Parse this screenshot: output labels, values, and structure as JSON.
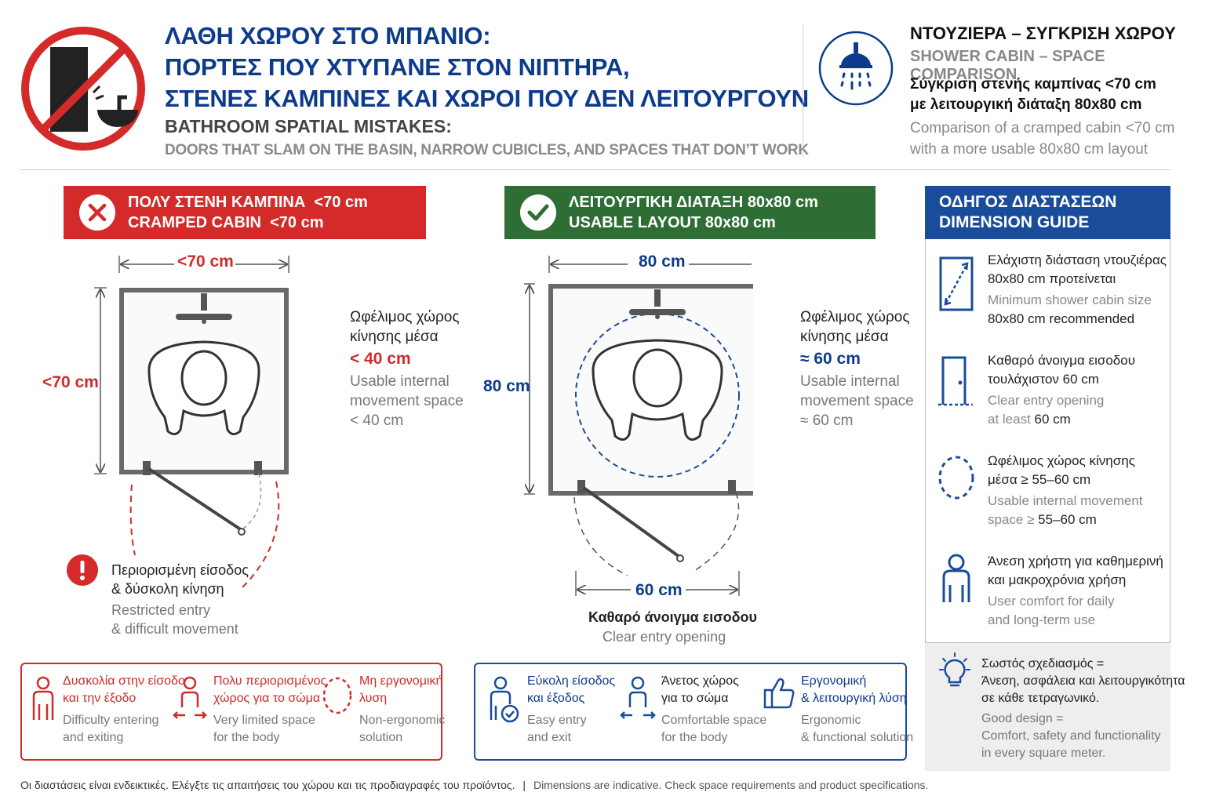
{
  "header": {
    "title_lines": [
      "ΛΑΘΗ ΧΩΡΟΥ ΣΤΟ ΜΠΑΝΙΟ:",
      "ΠΟΡΤΕΣ ΠΟΥ ΧΤΥΠΑΝΕ ΣΤΟΝ ΝΙΠΤΗΡΑ,",
      "ΣΤΕΝΕΣ ΚΑΜΠΙΝΕΣ ΚΑΙ ΧΩΡΟΙ ΠΟΥ ΔΕΝ ΛΕΙΤΟΥΡΓΟΥΝ"
    ],
    "subtitle": "BATHROOM SPATIAL MISTAKES:",
    "subtitle2": "DOORS THAT SLAM ON THE BASIN, NARROW CUBICLES, AND SPACES THAT DON’T WORK"
  },
  "comparison": {
    "title_gr": "ΝΤΟΥΖΙΕΡΑ – ΣΥΓΚΡΙΣΗ ΧΩΡΟΥ",
    "title_en": "SHOWER CABIN – SPACE COMPARISON",
    "desc_gr": [
      "Σύγκριση στενής καμπίνας <70 cm",
      "με λειτουργική διάταξη 80x80 cm"
    ],
    "desc_en": [
      "Comparison of a cramped cabin <70 cm",
      "with a more usable 80x80 cm layout"
    ]
  },
  "left": {
    "banner": [
      "ΠΟΛΥ ΣΤΕΝΗ ΚΑΜΠΙΝΑ  <70 cm",
      "CRAMPED CABIN  <70 cm"
    ],
    "dim_width": "<70 cm",
    "dim_height": "<70 cm",
    "space_gr": [
      "Ωφέλιμος χώρος",
      "κίνησης μέσα"
    ],
    "space_value": "< 40 cm",
    "space_en": [
      "Usable internal",
      "movement space",
      "< 40 cm"
    ],
    "warning_gr": [
      "Περιορισμένη είσοδος",
      "& δύσκολη κίνηση"
    ],
    "warning_en": [
      "Restricted entry",
      "& difficult movement"
    ]
  },
  "right": {
    "banner": [
      "ΛΕΙΤΟΥΡΓΙΚΗ ΔΙΑΤΑΞΗ 80x80 cm",
      "USABLE LAYOUT 80x80 cm"
    ],
    "dim_width": "80 cm",
    "dim_height": "80 cm",
    "space_gr": [
      "Ωφέλιμος χώρος",
      "κίνησης μέσα"
    ],
    "space_value": "≈ 60 cm",
    "space_en": [
      "Usable internal",
      "movement space",
      "≈ 60 cm"
    ],
    "opening_dim": "60 cm",
    "opening_gr": "Καθαρό άνοιγμα εισοδου",
    "opening_en": "Clear entry opening"
  },
  "guide": {
    "title": [
      "ΟΔΗΓΟΣ ΔΙΑΣΤΑΣΕΩΝ",
      "DIMENSION GUIDE"
    ],
    "items": [
      {
        "icon": "diagonal-size-icon",
        "gr": [
          "Ελάχιστη διάσταση ντουζιέρας",
          "80x80 cm προτείνεται"
        ],
        "en": [
          "Minimum shower cabin size"
        ],
        "en_strong": "80x80 cm recommended"
      },
      {
        "icon": "door-icon",
        "gr": [
          "Καθαρό άνοιγμα εισοδου",
          "τουλάχιστον 60 cm"
        ],
        "en": [
          "Clear entry opening",
          "at least"
        ],
        "en_strong": "60 cm"
      },
      {
        "icon": "dashed-circle-icon",
        "gr": [
          "Ωφέλιμος χώρος κίνησης",
          "μέσα ≥ 55–60 cm"
        ],
        "en": [
          "Usable internal movement",
          "space ≥"
        ],
        "en_strong": "55–60 cm"
      },
      {
        "icon": "person-icon",
        "gr": [
          "Άνεση χρήστη για καθημερινή",
          "και μακροχρόνια χρήση"
        ],
        "en": [
          "User comfort for daily",
          "and long-term use"
        ],
        "en_strong": ""
      }
    ],
    "tip_gr": [
      "Σωστός σχεδιασμός =",
      "Άνεση, ασφάλεια και λειτουργικότητα",
      "σε κάθε τετραγωνικό."
    ],
    "tip_en": [
      "Good design =",
      "Comfort, safety and functionality",
      "in every square meter."
    ]
  },
  "bad_points": [
    {
      "icon": "person-difficulty-icon",
      "gr": [
        "Δυσκολία στην είσοδο",
        "και την έξοδο"
      ],
      "en": [
        "Difficulty entering",
        "and exiting"
      ]
    },
    {
      "icon": "person-compressed-icon",
      "gr": [
        "Πολυ περιορισμένος",
        "χώρος για το σώμα"
      ],
      "en": [
        "Very limited space",
        "for the body"
      ]
    },
    {
      "icon": "dashed-circle-red-icon",
      "gr": [
        "Μη εργονομική",
        "λυση"
      ],
      "en": [
        "Non-ergonomic",
        "solution"
      ]
    }
  ],
  "good_points": [
    {
      "icon": "person-check-icon",
      "gr": [
        "Εύκολη είσοδος",
        "και έξοδος"
      ],
      "en": [
        "Easy entry",
        "and exit"
      ]
    },
    {
      "icon": "person-arrows-icon",
      "gr": [
        "Άνετος χώρος",
        "για το σώμα"
      ],
      "en": [
        "Comfortable space",
        "for the body"
      ]
    },
    {
      "icon": "thumbs-up-icon",
      "gr": [
        "Εργονομική",
        "& λειτουργική λύση"
      ],
      "en": [
        "Ergonomic",
        "& functional solution"
      ]
    }
  ],
  "footer": {
    "gr": "Οι διαστάσεις είναι ενδεικτικές. Ελέγξτε τις απαιτήσεις του χώρου και τις προδιαγραφές του προϊόντος.",
    "sep": "|",
    "en": "Dimensions are indicative. Check space requirements and product specifications."
  },
  "colors": {
    "navy": "#0d3b8c",
    "red": "#d42a2a",
    "green": "#2e6e35",
    "guide": "#1a4c9c"
  }
}
